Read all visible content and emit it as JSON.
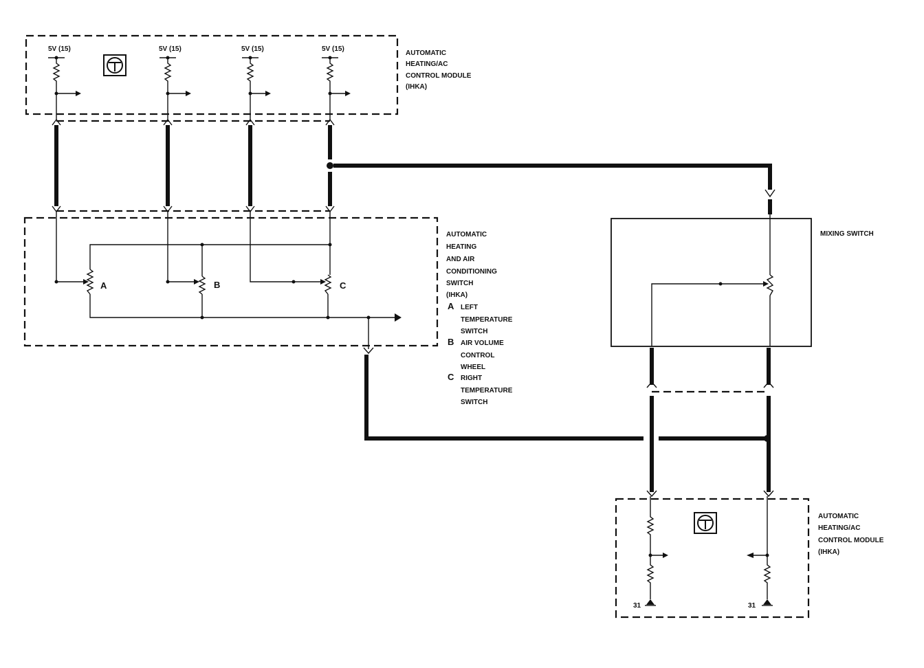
{
  "modules": {
    "top_ihka": {
      "label_lines": [
        "AUTOMATIC",
        "HEATING/AC",
        "CONTROL MODULE",
        "(IHKA)"
      ],
      "supply_labels": [
        "5V (15)",
        "5V (15)",
        "5V (15)",
        "5V (15)"
      ]
    },
    "switch_ihka": {
      "label_lines": [
        "AUTOMATIC",
        "HEATING",
        "AND AIR",
        "CONDITIONING",
        "SWITCH",
        "(IHKA)"
      ],
      "legend": [
        {
          "key": "A",
          "lines": [
            "LEFT",
            "TEMPERATURE",
            "SWITCH"
          ]
        },
        {
          "key": "B",
          "lines": [
            "AIR VOLUME",
            "CONTROL",
            "WHEEL"
          ]
        },
        {
          "key": "C",
          "lines": [
            "RIGHT",
            "TEMPERATURE",
            "SWITCH"
          ]
        }
      ],
      "pot_labels": [
        "A",
        "B",
        "C"
      ]
    },
    "mixing_switch": {
      "label": "MIXING SWITCH"
    },
    "bottom_ihka": {
      "label_lines": [
        "AUTOMATIC",
        "HEATING/AC",
        "CONTROL MODULE",
        "(IHKA)"
      ],
      "ground_labels": [
        "31",
        "31"
      ]
    }
  },
  "icons": [
    "control-module-icon",
    "control-module-icon"
  ]
}
